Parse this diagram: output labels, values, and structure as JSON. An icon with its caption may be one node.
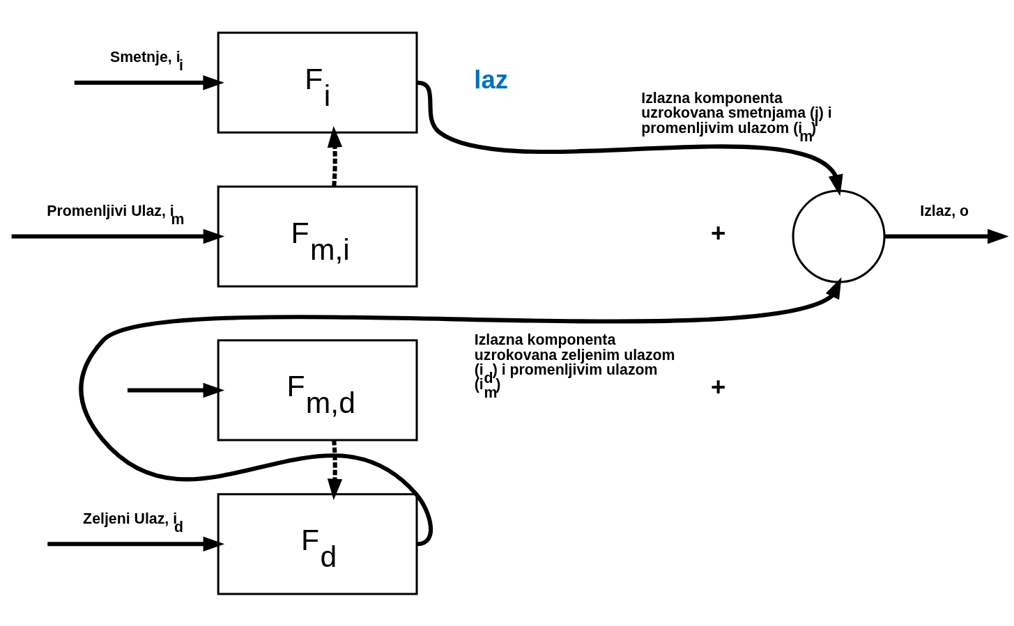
{
  "diagram": {
    "nodes": [
      {
        "text": [
          "F$_{i}$"
        ]
      },
      {
        "text": [
          "F$_{m,i}$"
        ]
      },
      {
        "text": [
          "F$_{m,d}$"
        ]
      },
      {
        "text": [
          "F$_{d}$"
        ]
      },
      {
        "text": [],
        "shape": "circle"
      }
    ],
    "edges": [
      {
        "from": null,
        "to": 0,
        "arrow": "to",
        "label": "Smetnje, i$_{i}$"
      },
      {
        "from": 1,
        "to": 0,
        "arrow": "to",
        "style": "dashed"
      },
      {
        "from": null,
        "to": 1,
        "arrow": "to",
        "label": "Promenljivi Ulaz, i$_{m}$"
      },
      {
        "from": null,
        "to": 2,
        "arrow": "to"
      },
      {
        "from": 2,
        "to": 3,
        "arrow": "to",
        "style": "dashed"
      },
      {
        "from": null,
        "to": 3,
        "arrow": "to",
        "label": "Zeljeni Ulaz, i$_{d}$"
      },
      {
        "from": 0,
        "to": 4,
        "arrow": "to",
        "label": "Izlazna komponenta uzrokovana smetnjama (i$_{i}$) i promenljivim ulazom (i$_{m}$)"
      },
      {
        "from": 3,
        "to": 4,
        "arrow": "to",
        "label": "Izlazna komponenta uzrokovana zeljenim ulazom (i$_{d}$) i promenljivim ulazom (i$_{m}$)"
      },
      {
        "from": 4,
        "to": null,
        "arrow": "to",
        "label": "Izlaz, o"
      }
    ],
    "labels": [
      "laz",
      "+",
      "+"
    ]
  }
}
